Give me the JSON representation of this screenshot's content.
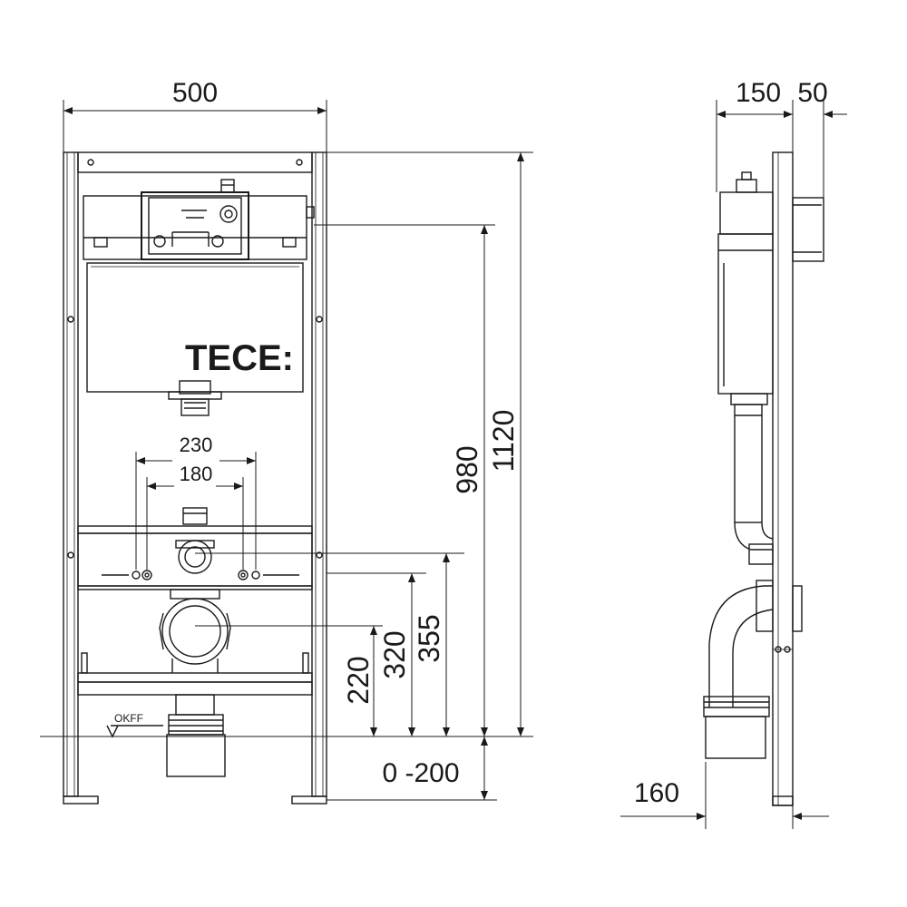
{
  "brand": {
    "logo_text": "TECE:"
  },
  "floor_label": "OKFF",
  "dimensions": {
    "width": "500",
    "hole_outer": "230",
    "hole_inner": "180",
    "height_total": "1120",
    "height_980": "980",
    "height_355": "355",
    "height_320": "320",
    "height_220": "220",
    "leg_adjust": "0 -200",
    "depth_150": "150",
    "depth_50": "50",
    "depth_160": "160"
  },
  "colors": {
    "line": "#1a1a1a",
    "background": "#ffffff"
  }
}
